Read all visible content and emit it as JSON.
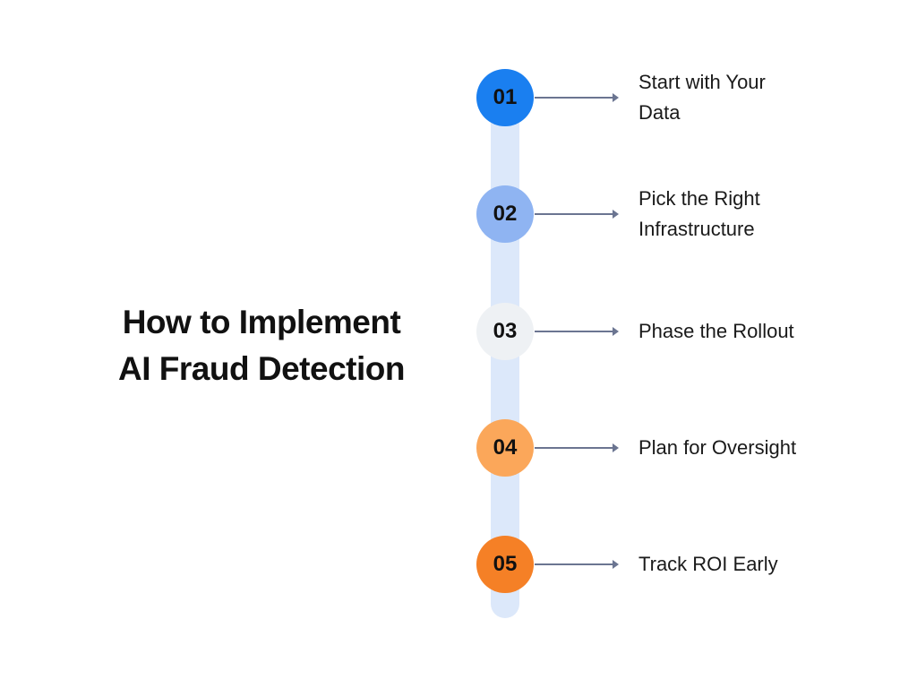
{
  "title_line1": "How to Implement",
  "title_line2": "AI Fraud Detection",
  "steps": [
    {
      "number": "01",
      "line1": "Start with Your",
      "line2": "Data",
      "color": "#1a7ff0"
    },
    {
      "number": "02",
      "line1": "Pick the Right",
      "line2": "Infrastructure",
      "color": "#8fb4f2"
    },
    {
      "number": "03",
      "line1": "Phase the Rollout",
      "color": "#eef1f4"
    },
    {
      "number": "04",
      "line1": "Plan for Oversight",
      "color": "#fba75a"
    },
    {
      "number": "05",
      "line1": "Track ROI Early",
      "color": "#f58026"
    }
  ]
}
